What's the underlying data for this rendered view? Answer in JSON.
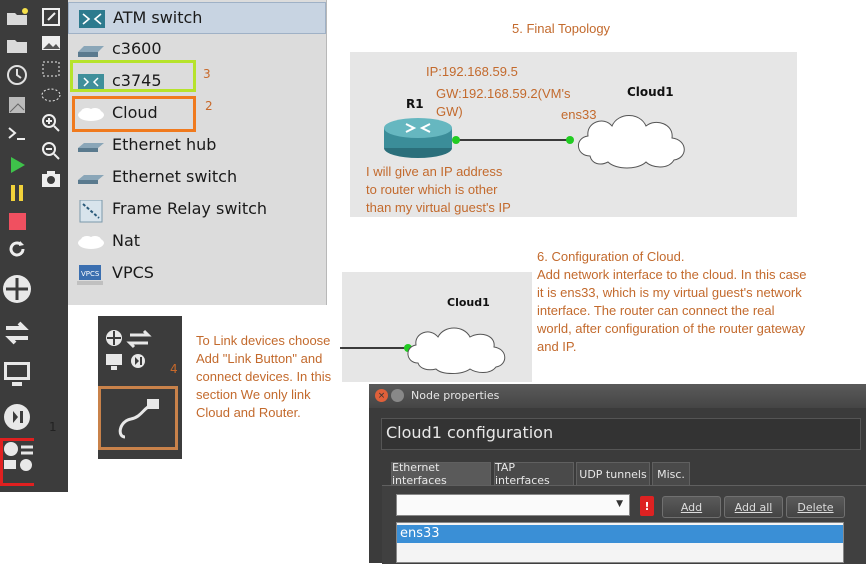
{
  "device_list": {
    "items": [
      {
        "label": "ATM switch",
        "icon": "atm-switch-icon"
      },
      {
        "label": "c3600",
        "icon": "router-icon"
      },
      {
        "label": "c3745",
        "icon": "router-icon"
      },
      {
        "label": "Cloud",
        "icon": "cloud-icon"
      },
      {
        "label": "Ethernet hub",
        "icon": "ethernet-hub-icon"
      },
      {
        "label": "Ethernet switch",
        "icon": "ethernet-switch-icon"
      },
      {
        "label": "Frame Relay switch",
        "icon": "frame-relay-icon"
      },
      {
        "label": "Nat",
        "icon": "cloud-icon"
      },
      {
        "label": "VPCS",
        "icon": "vpcs-icon"
      }
    ]
  },
  "annotations": {
    "step1": "1",
    "step2": "2",
    "step3": "3",
    "step4": "4",
    "link_note": "To Link devices choose Add \"Link Button\" and connect devices. In this section We only link Cloud and Router.",
    "final_topology_title": "5. Final Topology",
    "cloud_config_note": "6. Configuration of Cloud.\nAdd network interface to the cloud. In this case it is ens33, which is my virtual guest's network interface. The router can connect the real world, after configuration of the router gateway and IP."
  },
  "topology": {
    "router_name": "R1",
    "cloud_name": "Cloud1",
    "ip_label": "IP:192.168.59.5",
    "gw_label": "GW:192.168.59.2(VM's GW)",
    "interface_label": "ens33",
    "router_note": "I will give an IP address to router which is other than my virtual guest's IP"
  },
  "cloud_preview": {
    "cloud_name": "Cloud1"
  },
  "colors": {
    "annotation": "#c8692a",
    "link_dot": "#22cc22",
    "highlight_green": "#b6e32b",
    "highlight_orange": "#f07a1e",
    "highlight_red": "#e02020",
    "highlight_brown": "#c9824a"
  },
  "dialog": {
    "title": "Node properties",
    "heading": "Cloud1 configuration",
    "tabs": [
      "Ethernet interfaces",
      "TAP interfaces",
      "UDP tunnels",
      "Misc."
    ],
    "buttons": {
      "add": "Add",
      "add_all": "Add all",
      "delete": "Delete"
    },
    "warning_icon": "!",
    "interfaces": [
      "ens33"
    ]
  }
}
